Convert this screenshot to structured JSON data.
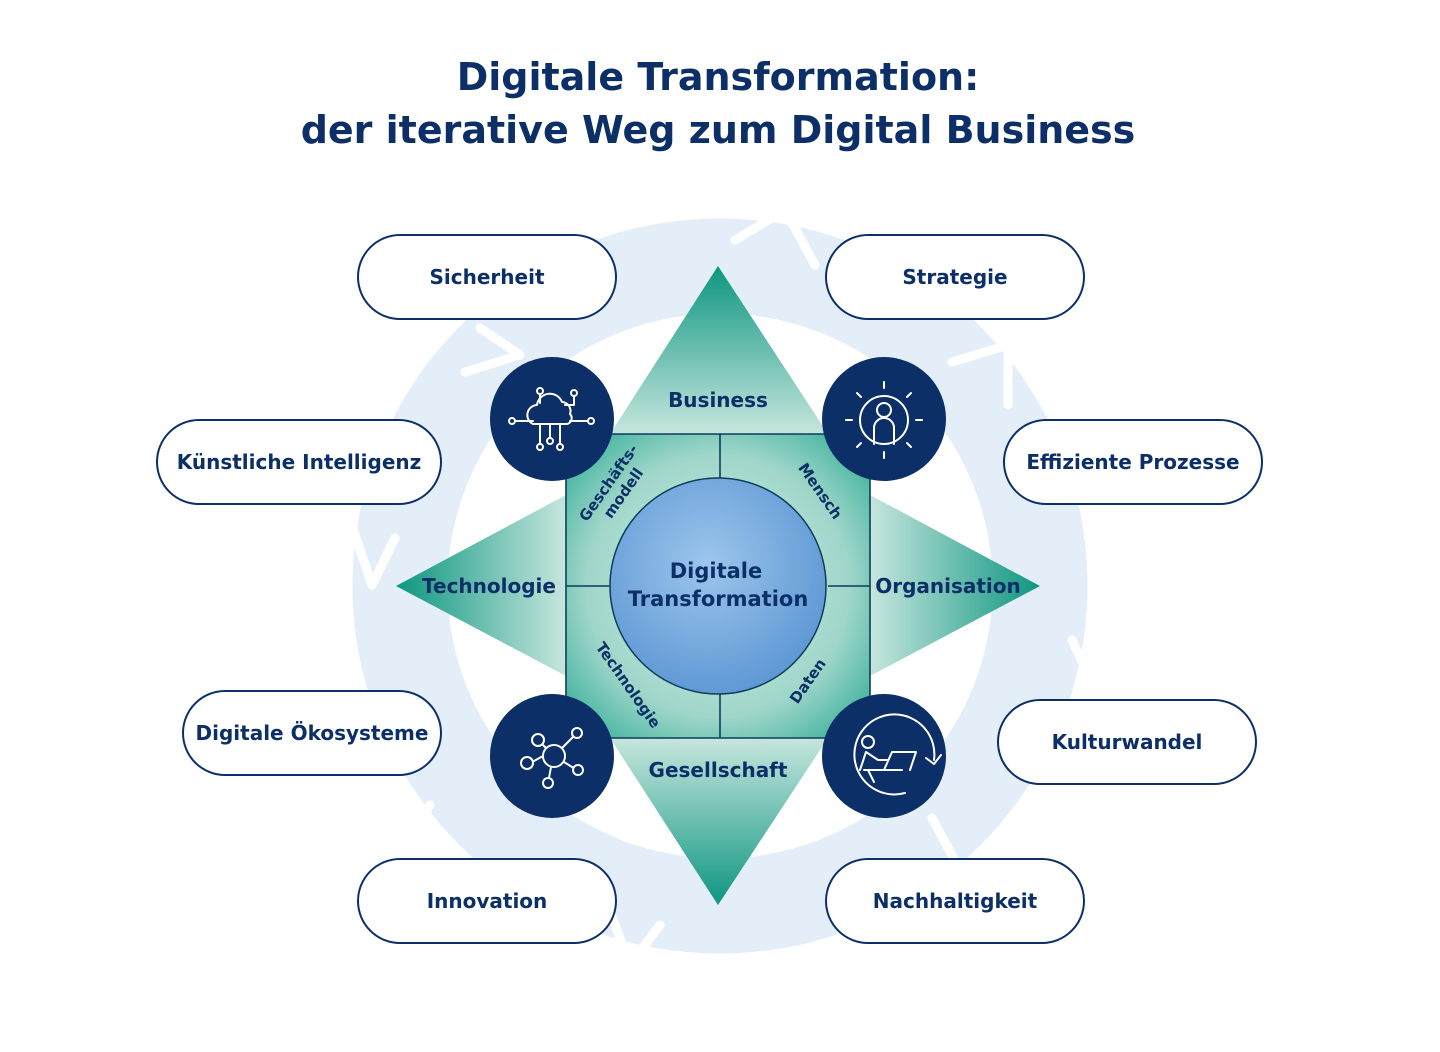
{
  "title": {
    "line1": "Digitale Transformation:",
    "line2": "der iterative Weg zum Digital Business"
  },
  "star_points": {
    "top": "Business",
    "left": "Technologie",
    "right": "Organisation",
    "bottom": "Gesellschaft"
  },
  "quadrants": {
    "top_left": [
      "Geschäfts-",
      "modell"
    ],
    "top_right": "Mensch",
    "bottom_left": "Technologie",
    "bottom_right": "Daten"
  },
  "center": {
    "line1": "Digitale",
    "line2": "Transformation"
  },
  "pills": {
    "sicherheit": "Sicherheit",
    "strategie": "Strategie",
    "kuenstliche_intelligenz": "Künstliche Intelligenz",
    "effiziente_prozesse": "Effiziente Prozesse",
    "digitale_oekosysteme": "Digitale Ökosysteme",
    "kulturwandel": "Kulturwandel",
    "innovation": "Innovation",
    "nachhaltigkeit": "Nachhaltigkeit"
  },
  "icons": {
    "top_left": "cloud-network-icon",
    "top_right": "person-idea-icon",
    "bottom_left": "network-hub-icon",
    "bottom_right": "person-laptop-cycle-icon"
  },
  "colors": {
    "navy": "#0b2f66",
    "ring": "#e4eef9",
    "star_light": "#c6e6de",
    "star_dark": "#0e9680",
    "center_circle": "#7fb1e0"
  }
}
